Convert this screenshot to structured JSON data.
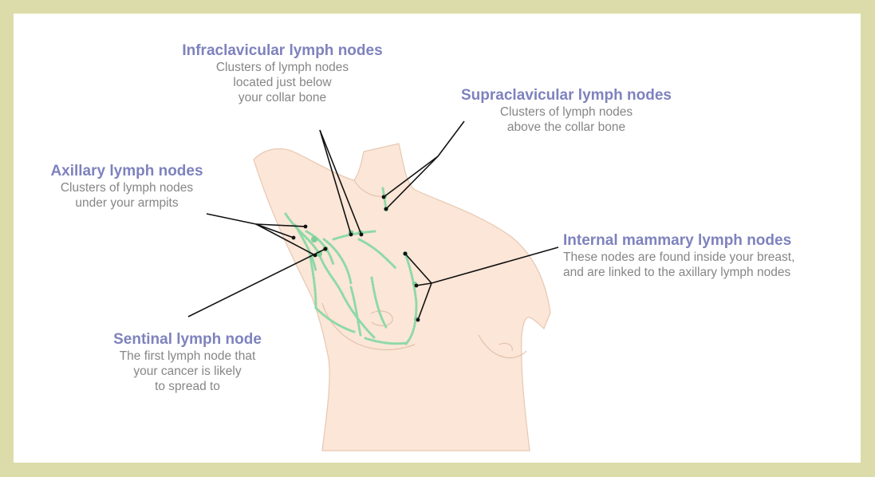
{
  "colors": {
    "frame_border": "#dcdcaa",
    "title": "#7e82bd",
    "description": "#868686",
    "skin": "#fbe6d7",
    "lymph": "#8ed9a7"
  },
  "labels": {
    "infraclavicular": {
      "title": "Infraclavicular lymph nodes",
      "lines": [
        "Clusters of lymph nodes",
        "located just below",
        "your collar bone"
      ]
    },
    "supraclavicular": {
      "title": "Supraclavicular lymph nodes",
      "lines": [
        "Clusters of lymph nodes",
        "above the collar bone"
      ]
    },
    "axillary": {
      "title": "Axillary lymph nodes",
      "lines": [
        "Clusters of lymph nodes",
        "under your armpits"
      ]
    },
    "internal_mammary": {
      "title": "Internal mammary lymph nodes",
      "lines": [
        "These nodes are found inside your breast,",
        "and are linked to the axillary lymph nodes"
      ]
    },
    "sentinal": {
      "title": "Sentinal lymph node",
      "lines": [
        "The first lymph node that",
        "your cancer is likely",
        "to spread to"
      ]
    }
  }
}
